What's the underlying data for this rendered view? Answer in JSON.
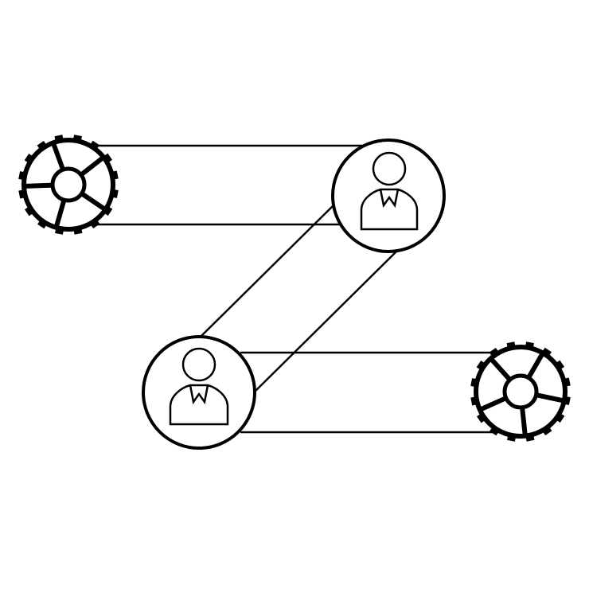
{
  "diagram": {
    "description_free": true,
    "colors": {
      "stroke": "#000000",
      "background": "#ffffff"
    },
    "nodes": [
      {
        "id": "gear-top-left",
        "icon": "gear-icon"
      },
      {
        "id": "person-top-right",
        "icon": "person-icon"
      },
      {
        "id": "person-bottom-left",
        "icon": "person-icon"
      },
      {
        "id": "gear-bottom-right",
        "icon": "gear-icon"
      }
    ],
    "connections": [
      {
        "from": "gear-top-left",
        "to": "person-top-right"
      },
      {
        "from": "person-top-right",
        "to": "person-bottom-left"
      },
      {
        "from": "person-bottom-left",
        "to": "gear-bottom-right"
      }
    ]
  }
}
